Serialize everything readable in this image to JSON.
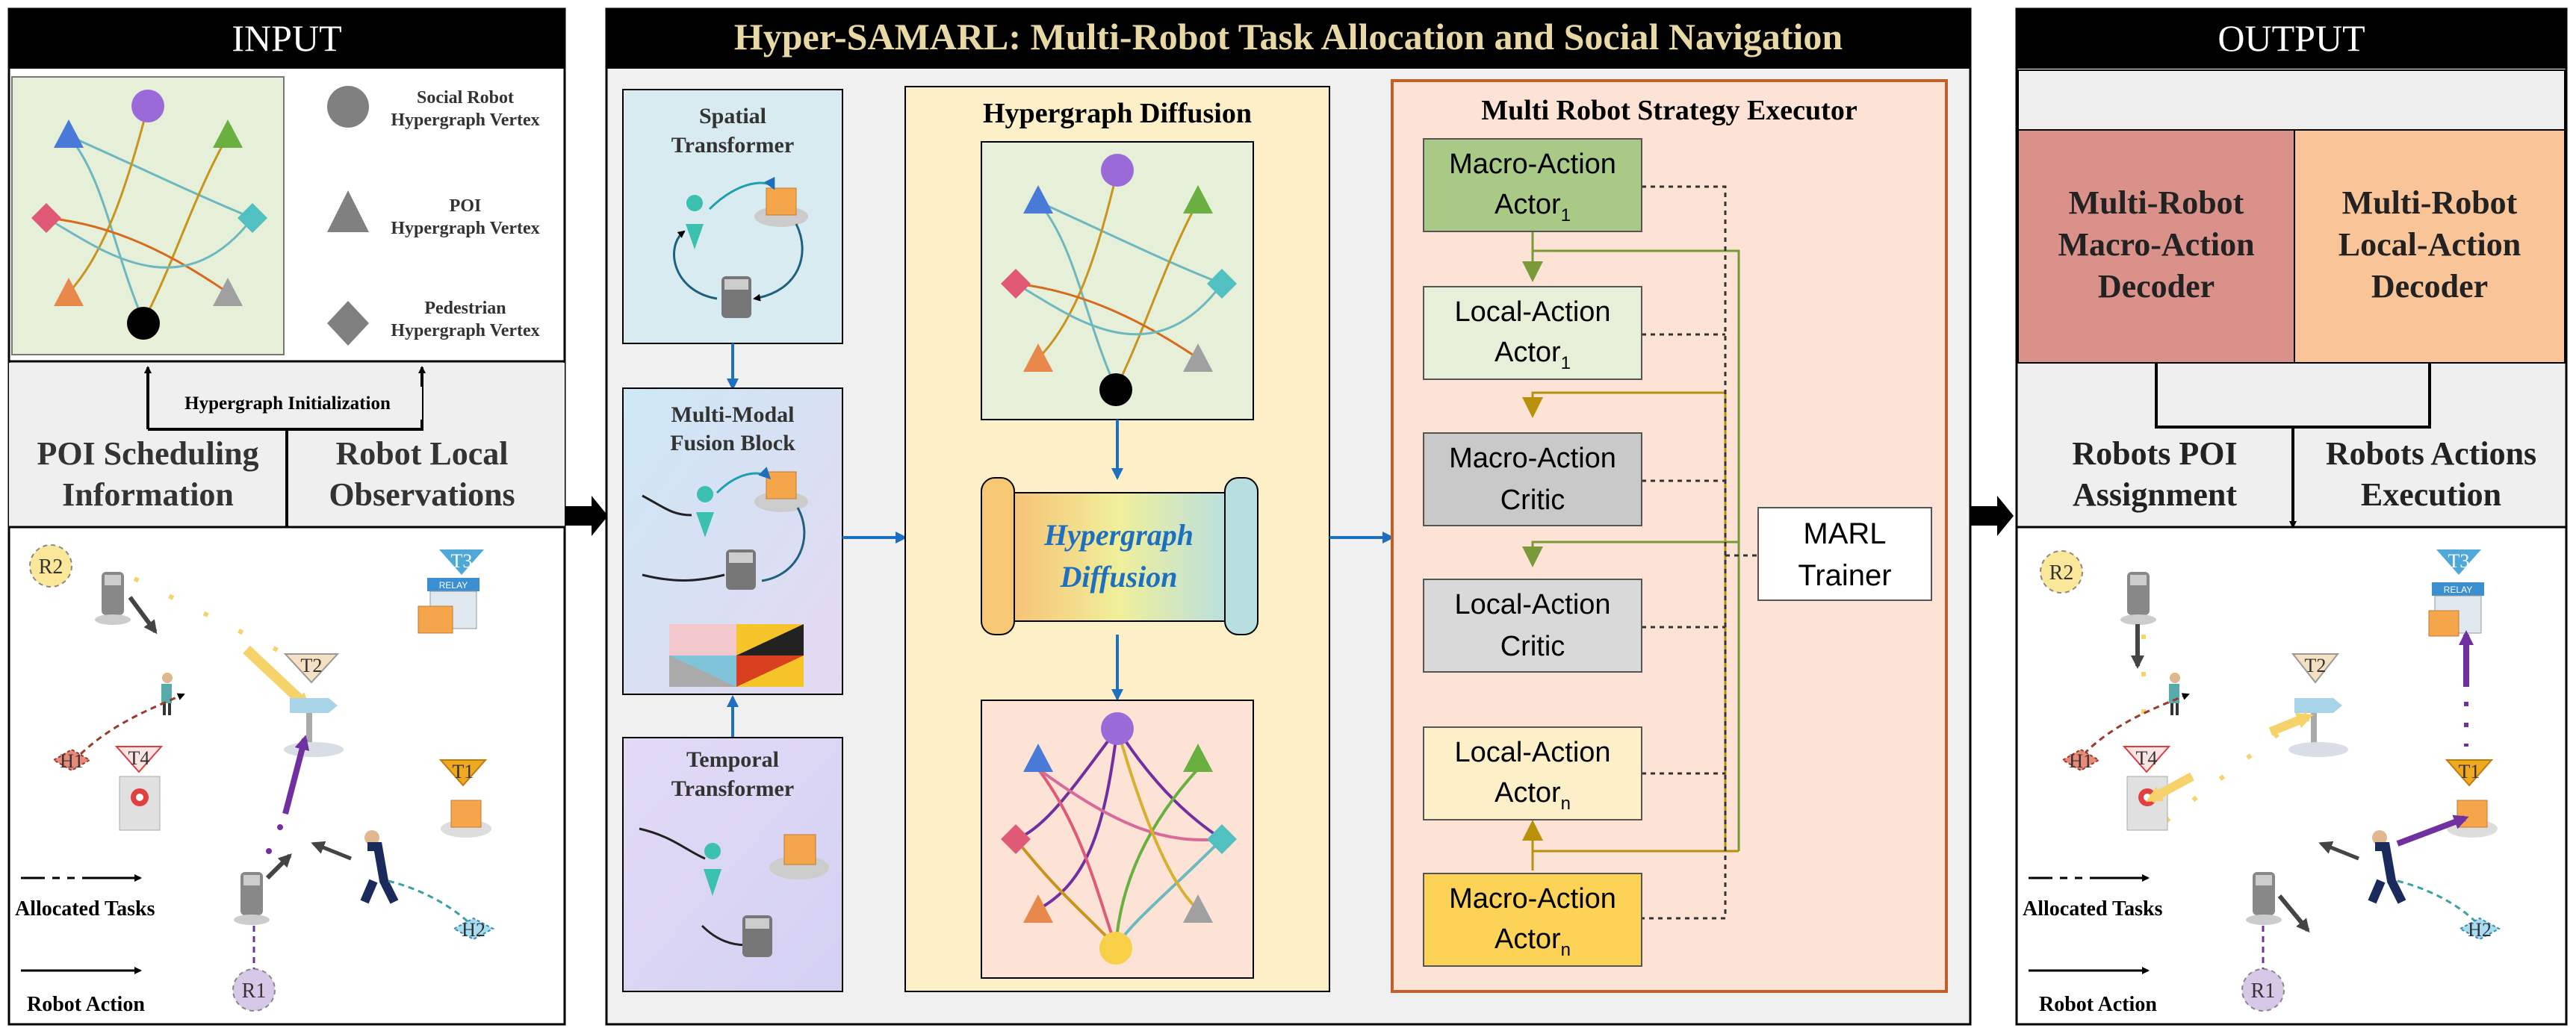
{
  "input": {
    "title": "INPUT",
    "legend": [
      {
        "l1": "Social Robot",
        "l2": "Hypergraph Vertex"
      },
      {
        "l1": "POI",
        "l2": "Hypergraph Vertex"
      },
      {
        "l1": "Pedestrian",
        "l2": "Hypergraph Vertex"
      }
    ],
    "init_label": "Hypergraph Initialization",
    "poi_l1": "POI Scheduling",
    "poi_l2": "Information",
    "obs_l1": "Robot Local",
    "obs_l2": "Observations",
    "scene": {
      "robots": [
        "R2",
        "R1"
      ],
      "tasks": [
        "T3",
        "T2",
        "T4",
        "T1"
      ],
      "humans": [
        "H1",
        "H2"
      ],
      "relay": "RELAY",
      "allocated": "Allocated Tasks",
      "action": "Robot Action"
    }
  },
  "middle": {
    "title": "Hyper-SAMARL: Multi-Robot Task Allocation and Social Navigation",
    "spatial_l1": "Spatial",
    "spatial_l2": "Transformer",
    "fusion_l1": "Multi-Modal",
    "fusion_l2": "Fusion Block",
    "temporal_l1": "Temporal",
    "temporal_l2": "Transformer",
    "diffusion_title": "Hypergraph Diffusion",
    "diffusion_l1": "Hypergraph",
    "diffusion_l2": "Diffusion",
    "executor_title": "Multi Robot Strategy Executor",
    "boxes": [
      {
        "l1": "Macro-Action",
        "l2": "Actor",
        "sub": "1"
      },
      {
        "l1": "Local-Action",
        "l2": "Actor",
        "sub": "1"
      },
      {
        "l1": "Macro-Action",
        "l2": "Critic",
        "sub": ""
      },
      {
        "l1": "Local-Action",
        "l2": "Critic",
        "sub": ""
      },
      {
        "l1": "Local-Action",
        "l2": "Actor",
        "sub": "n"
      },
      {
        "l1": "Macro-Action",
        "l2": "Actor",
        "sub": "n"
      }
    ],
    "trainer_l1": "MARL",
    "trainer_l2": "Trainer"
  },
  "output": {
    "title": "OUTPUT",
    "macro_dec": [
      "Multi-Robot",
      "Macro-Action",
      "Decoder"
    ],
    "local_dec": [
      "Multi-Robot",
      "Local-Action",
      "Decoder"
    ],
    "poi_l1": "Robots POI",
    "poi_l2": "Assignment",
    "exec_l1": "Robots Actions",
    "exec_l2": "Execution",
    "scene": {
      "robots": [
        "R2",
        "R1"
      ],
      "tasks": [
        "T3",
        "T2",
        "T4",
        "T1"
      ],
      "humans": [
        "H1",
        "H2"
      ],
      "relay": "RELAY",
      "allocated": "Allocated Tasks",
      "action": "Robot Action"
    }
  },
  "colors": {
    "header_bg": "#000000",
    "mid_title": "#e8d8a4",
    "graph_bg": "#e6efd8",
    "diffusion_bg": "#fdf0c8",
    "executor_bg": "#fde3d6",
    "executor_border": "#c0602a",
    "macro_dec": "#d9918a",
    "local_dec": "#f9c497",
    "flow_blue": "#1f6fc0"
  }
}
